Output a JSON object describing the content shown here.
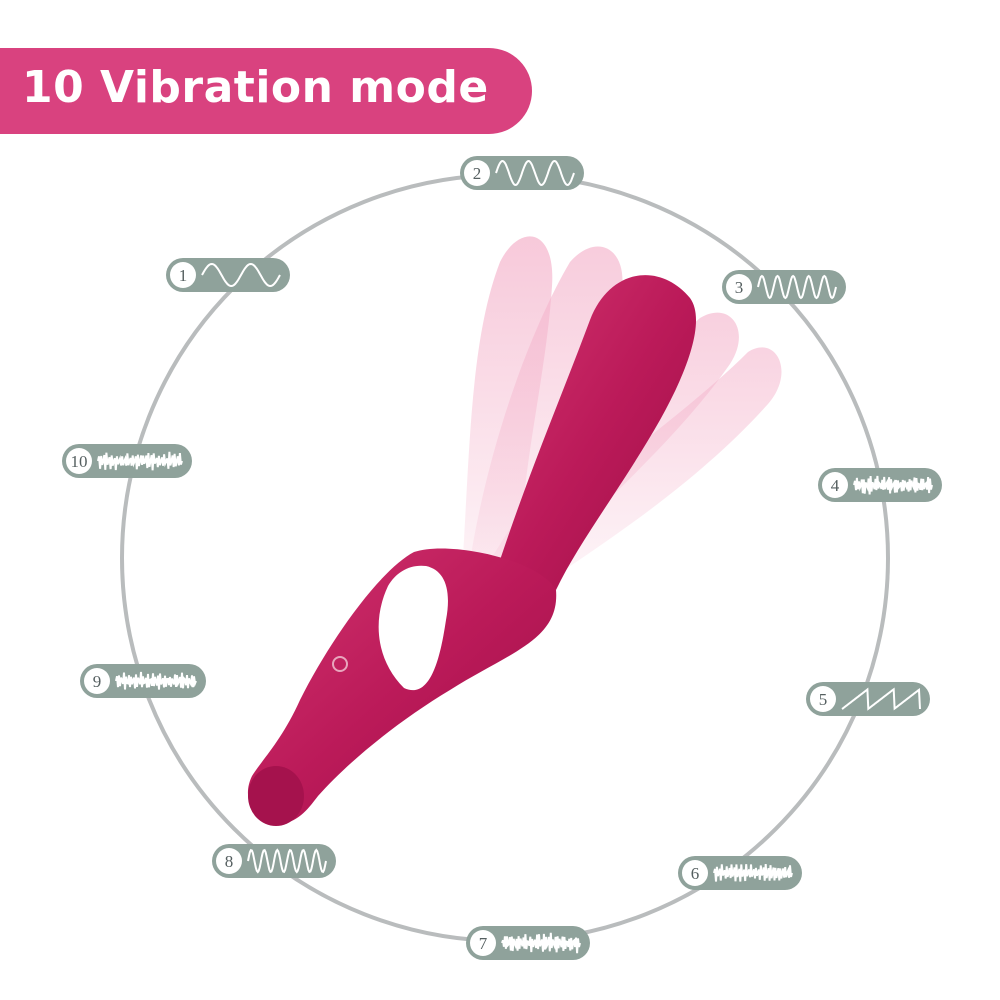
{
  "title": "10 Vibration mode",
  "colors": {
    "banner": "#d9427f",
    "pill_fill": "#8fa29b",
    "pill_circle": "#ffffff",
    "wave": "#ffffff",
    "product": "#c2185b",
    "ghost": "#f2a6c3",
    "button": "#ffffff"
  },
  "modes": [
    {
      "label": "1"
    },
    {
      "label": "2"
    },
    {
      "label": "3"
    },
    {
      "label": "4"
    },
    {
      "label": "5"
    },
    {
      "label": "6"
    },
    {
      "label": "7"
    },
    {
      "label": "8"
    },
    {
      "label": "9"
    },
    {
      "label": "10"
    }
  ],
  "icons": {
    "power": "power-icon",
    "waves": "wave-pattern-icon"
  }
}
